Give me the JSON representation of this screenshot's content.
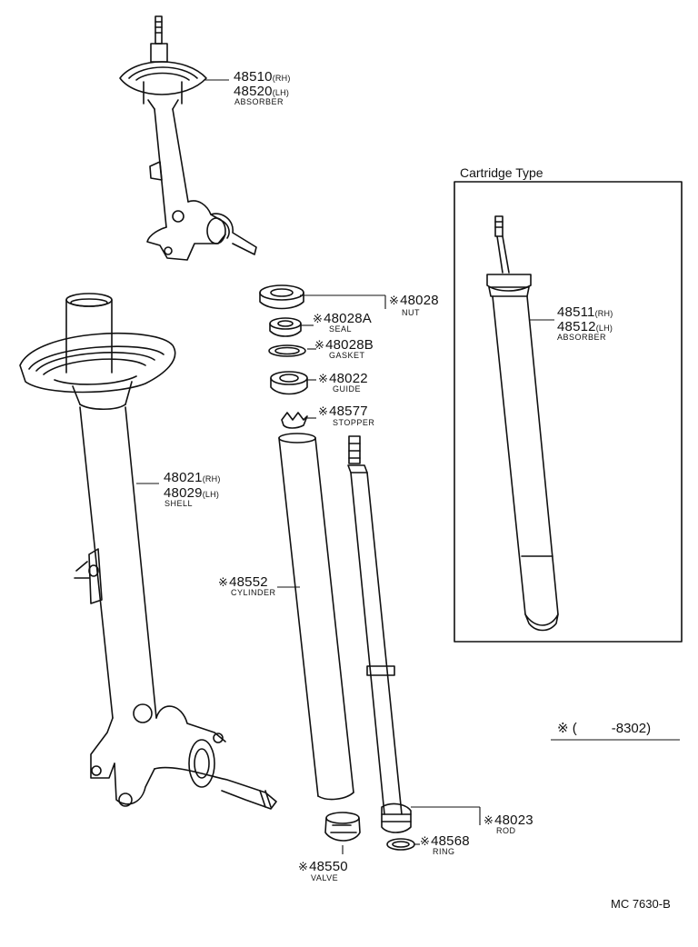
{
  "box_title": "Cartridge Type",
  "mark": "※",
  "parts": {
    "absorber_top": {
      "num1": "48510",
      "suf1": "(RH)",
      "num2": "48520",
      "suf2": "(LH)",
      "name": "ABSORBER"
    },
    "shell": {
      "num1": "48021",
      "suf1": "(RH)",
      "num2": "48029",
      "suf2": "(LH)",
      "name": "SHELL"
    },
    "nut": {
      "num": "48028",
      "name": "NUT"
    },
    "seal": {
      "num": "48028A",
      "name": "SEAL"
    },
    "gasket": {
      "num": "48028B",
      "name": "GASKET"
    },
    "guide": {
      "num": "48022",
      "name": "GUIDE"
    },
    "stopper": {
      "num": "48577",
      "name": "STOPPER"
    },
    "cylinder": {
      "num": "48552",
      "name": "CYLINDER"
    },
    "valve": {
      "num": "48550",
      "name": "VALVE"
    },
    "rod": {
      "num": "48023",
      "name": "ROD"
    },
    "ring": {
      "num": "48568",
      "name": "RING"
    },
    "cartridge": {
      "num1": "48511",
      "suf1": "(RH)",
      "num2": "48512",
      "suf2": "(LH)",
      "name": "ABSORBER"
    }
  },
  "footnote": {
    "open": "(",
    "range": "-8302)"
  },
  "drawing_code": "MC 7630-B"
}
